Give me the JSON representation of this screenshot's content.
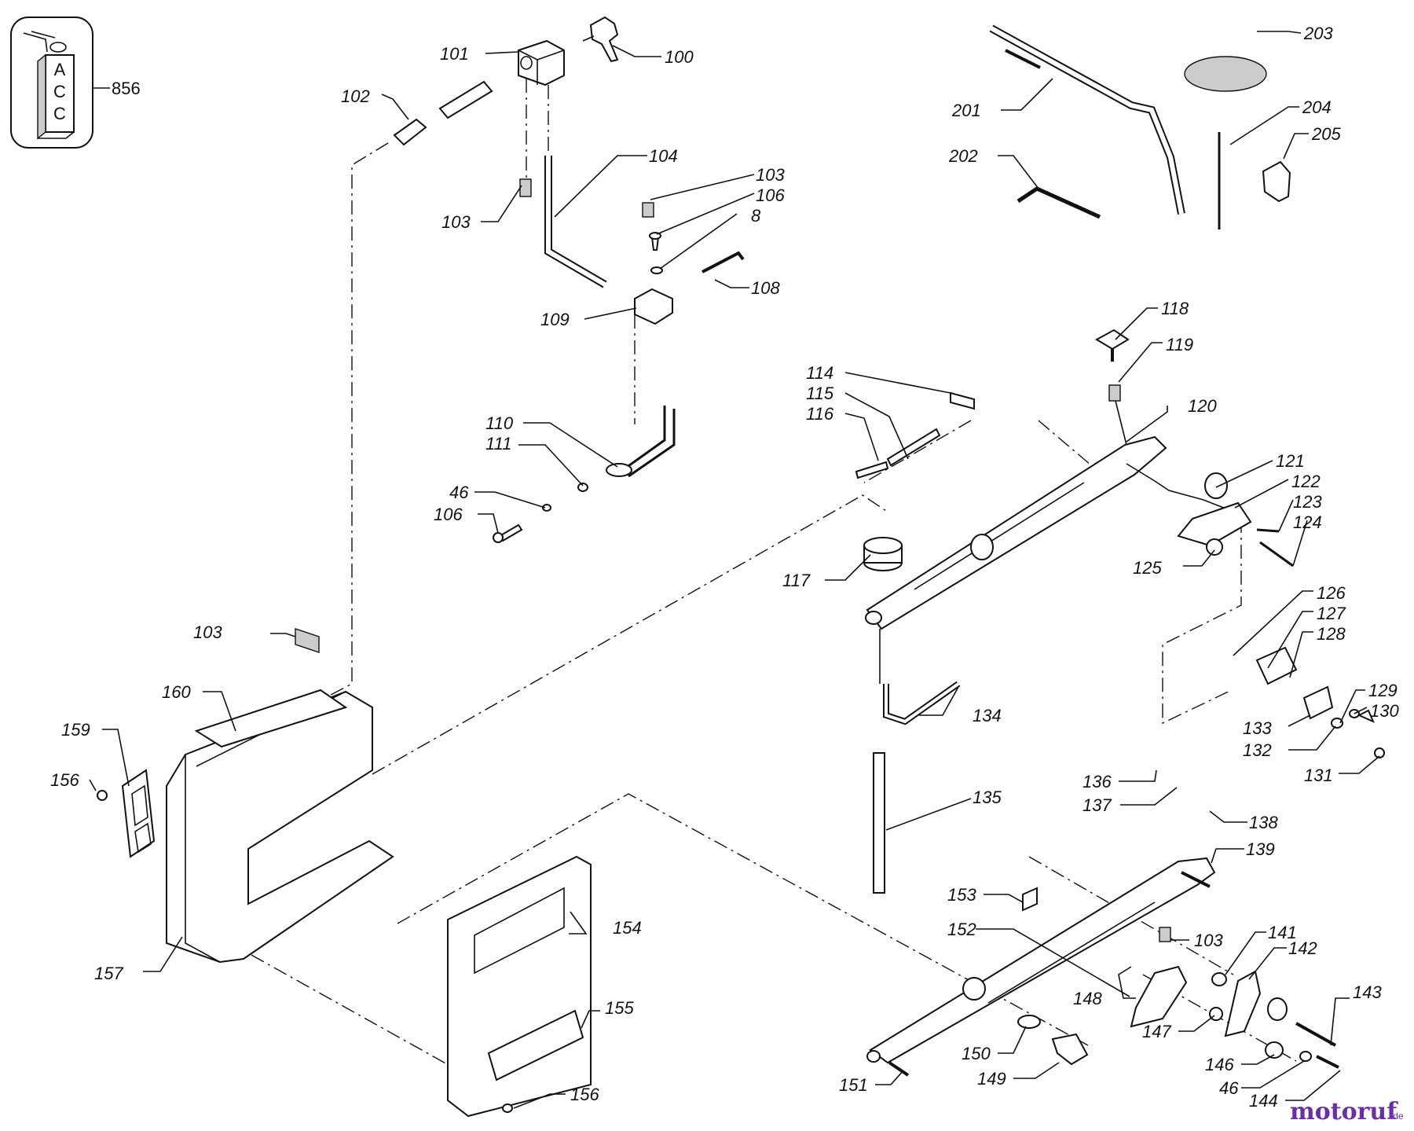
{
  "acc_inset": {
    "letters": [
      "A",
      "C",
      "C"
    ],
    "callout": "856"
  },
  "watermark": {
    "brand": "motoruf",
    "suffix": ".de"
  },
  "callouts": [
    {
      "id": "100",
      "text": "100"
    },
    {
      "id": "101",
      "text": "101"
    },
    {
      "id": "102",
      "text": "102"
    },
    {
      "id": "103a",
      "text": "103"
    },
    {
      "id": "104",
      "text": "104"
    },
    {
      "id": "103b",
      "text": "103"
    },
    {
      "id": "106a",
      "text": "106"
    },
    {
      "id": "8",
      "text": "8"
    },
    {
      "id": "108",
      "text": "108"
    },
    {
      "id": "109",
      "text": "109"
    },
    {
      "id": "110",
      "text": "110"
    },
    {
      "id": "111",
      "text": "111"
    },
    {
      "id": "46a",
      "text": "46"
    },
    {
      "id": "106b",
      "text": "106"
    },
    {
      "id": "201",
      "text": "201"
    },
    {
      "id": "202",
      "text": "202"
    },
    {
      "id": "203",
      "text": "203"
    },
    {
      "id": "204",
      "text": "204"
    },
    {
      "id": "205",
      "text": "205"
    },
    {
      "id": "118",
      "text": "118"
    },
    {
      "id": "119",
      "text": "119"
    },
    {
      "id": "120",
      "text": "120"
    },
    {
      "id": "114",
      "text": "114"
    },
    {
      "id": "115",
      "text": "115"
    },
    {
      "id": "116",
      "text": "116"
    },
    {
      "id": "121",
      "text": "121"
    },
    {
      "id": "122",
      "text": "122"
    },
    {
      "id": "123",
      "text": "123"
    },
    {
      "id": "124",
      "text": "124"
    },
    {
      "id": "125",
      "text": "125"
    },
    {
      "id": "117",
      "text": "117"
    },
    {
      "id": "126",
      "text": "126"
    },
    {
      "id": "127",
      "text": "127"
    },
    {
      "id": "128",
      "text": "128"
    },
    {
      "id": "129",
      "text": "129"
    },
    {
      "id": "130",
      "text": "130"
    },
    {
      "id": "133",
      "text": "133"
    },
    {
      "id": "132",
      "text": "132"
    },
    {
      "id": "131",
      "text": "131"
    },
    {
      "id": "103c",
      "text": "103"
    },
    {
      "id": "160",
      "text": "160"
    },
    {
      "id": "159",
      "text": "159"
    },
    {
      "id": "156a",
      "text": "156"
    },
    {
      "id": "134",
      "text": "134"
    },
    {
      "id": "135",
      "text": "135"
    },
    {
      "id": "136",
      "text": "136"
    },
    {
      "id": "137",
      "text": "137"
    },
    {
      "id": "138",
      "text": "138"
    },
    {
      "id": "139",
      "text": "139"
    },
    {
      "id": "153",
      "text": "153"
    },
    {
      "id": "152",
      "text": "152"
    },
    {
      "id": "103d",
      "text": "103"
    },
    {
      "id": "141",
      "text": "141"
    },
    {
      "id": "142",
      "text": "142"
    },
    {
      "id": "148",
      "text": "148"
    },
    {
      "id": "143",
      "text": "143"
    },
    {
      "id": "147",
      "text": "147"
    },
    {
      "id": "150",
      "text": "150"
    },
    {
      "id": "146",
      "text": "146"
    },
    {
      "id": "149",
      "text": "149"
    },
    {
      "id": "46b",
      "text": "46"
    },
    {
      "id": "151",
      "text": "151"
    },
    {
      "id": "144",
      "text": "144"
    },
    {
      "id": "154",
      "text": "154"
    },
    {
      "id": "155",
      "text": "155"
    },
    {
      "id": "157",
      "text": "157"
    },
    {
      "id": "156b",
      "text": "156"
    }
  ]
}
